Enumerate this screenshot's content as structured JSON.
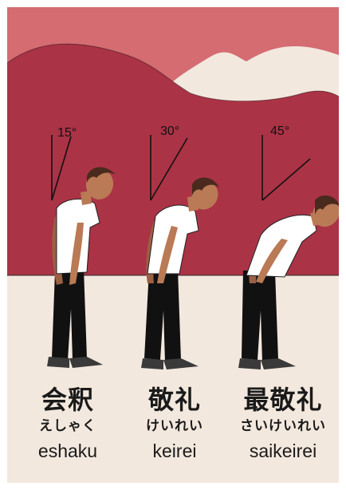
{
  "colors": {
    "sky": "#d46c72",
    "wall": "#ab3346",
    "hill": "#f3e8de",
    "floor": "#f3e8de",
    "skin": "#b97a55",
    "hair": "#4a2a1c",
    "shirt": "#ffffff",
    "pants": "#111111",
    "shoes": "#3a3a3a"
  },
  "bows": [
    {
      "angle": "15°",
      "kanji": "会釈",
      "kana": "えしゃく",
      "romaji": "eshaku"
    },
    {
      "angle": "30°",
      "kanji": "敬礼",
      "kana": "けいれい",
      "romaji": "keirei"
    },
    {
      "angle": "45°",
      "kanji": "最敬礼",
      "kana": "さいけいれい",
      "romaji": "saikeirei"
    }
  ]
}
